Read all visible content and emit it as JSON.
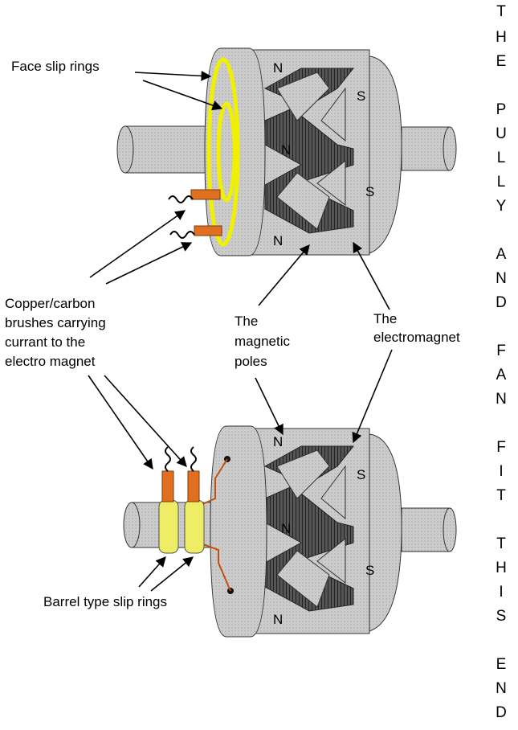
{
  "labels": {
    "face_slip_rings": "Face slip rings",
    "brushes": [
      "Copper/carbon",
      "brushes carrying",
      "currant to the",
      "electro magnet"
    ],
    "magnetic_poles": [
      "The",
      "magnetic",
      "poles"
    ],
    "electromagnet": [
      "The",
      "electromagnet"
    ],
    "barrel_slip_rings": "Barrel type slip rings"
  },
  "poles": {
    "top": [
      "N",
      "N",
      "N",
      "S",
      "S"
    ],
    "bottom": [
      "N",
      "N",
      "N",
      "S",
      "S"
    ]
  },
  "side_text": [
    "T",
    "H",
    "E",
    "P",
    "U",
    "L",
    "L",
    "Y",
    "A",
    "N",
    "D",
    "F",
    "A",
    "N",
    "F",
    "I",
    "T",
    "T",
    "H",
    "I",
    "S",
    "E",
    "N",
    "D"
  ],
  "colors": {
    "slip_ring": "#f0f000",
    "barrel_ring": "#eeee66",
    "brush": "#e07020",
    "wire": "#c05010",
    "body": "#c8c8c8",
    "coil": "#444444"
  }
}
